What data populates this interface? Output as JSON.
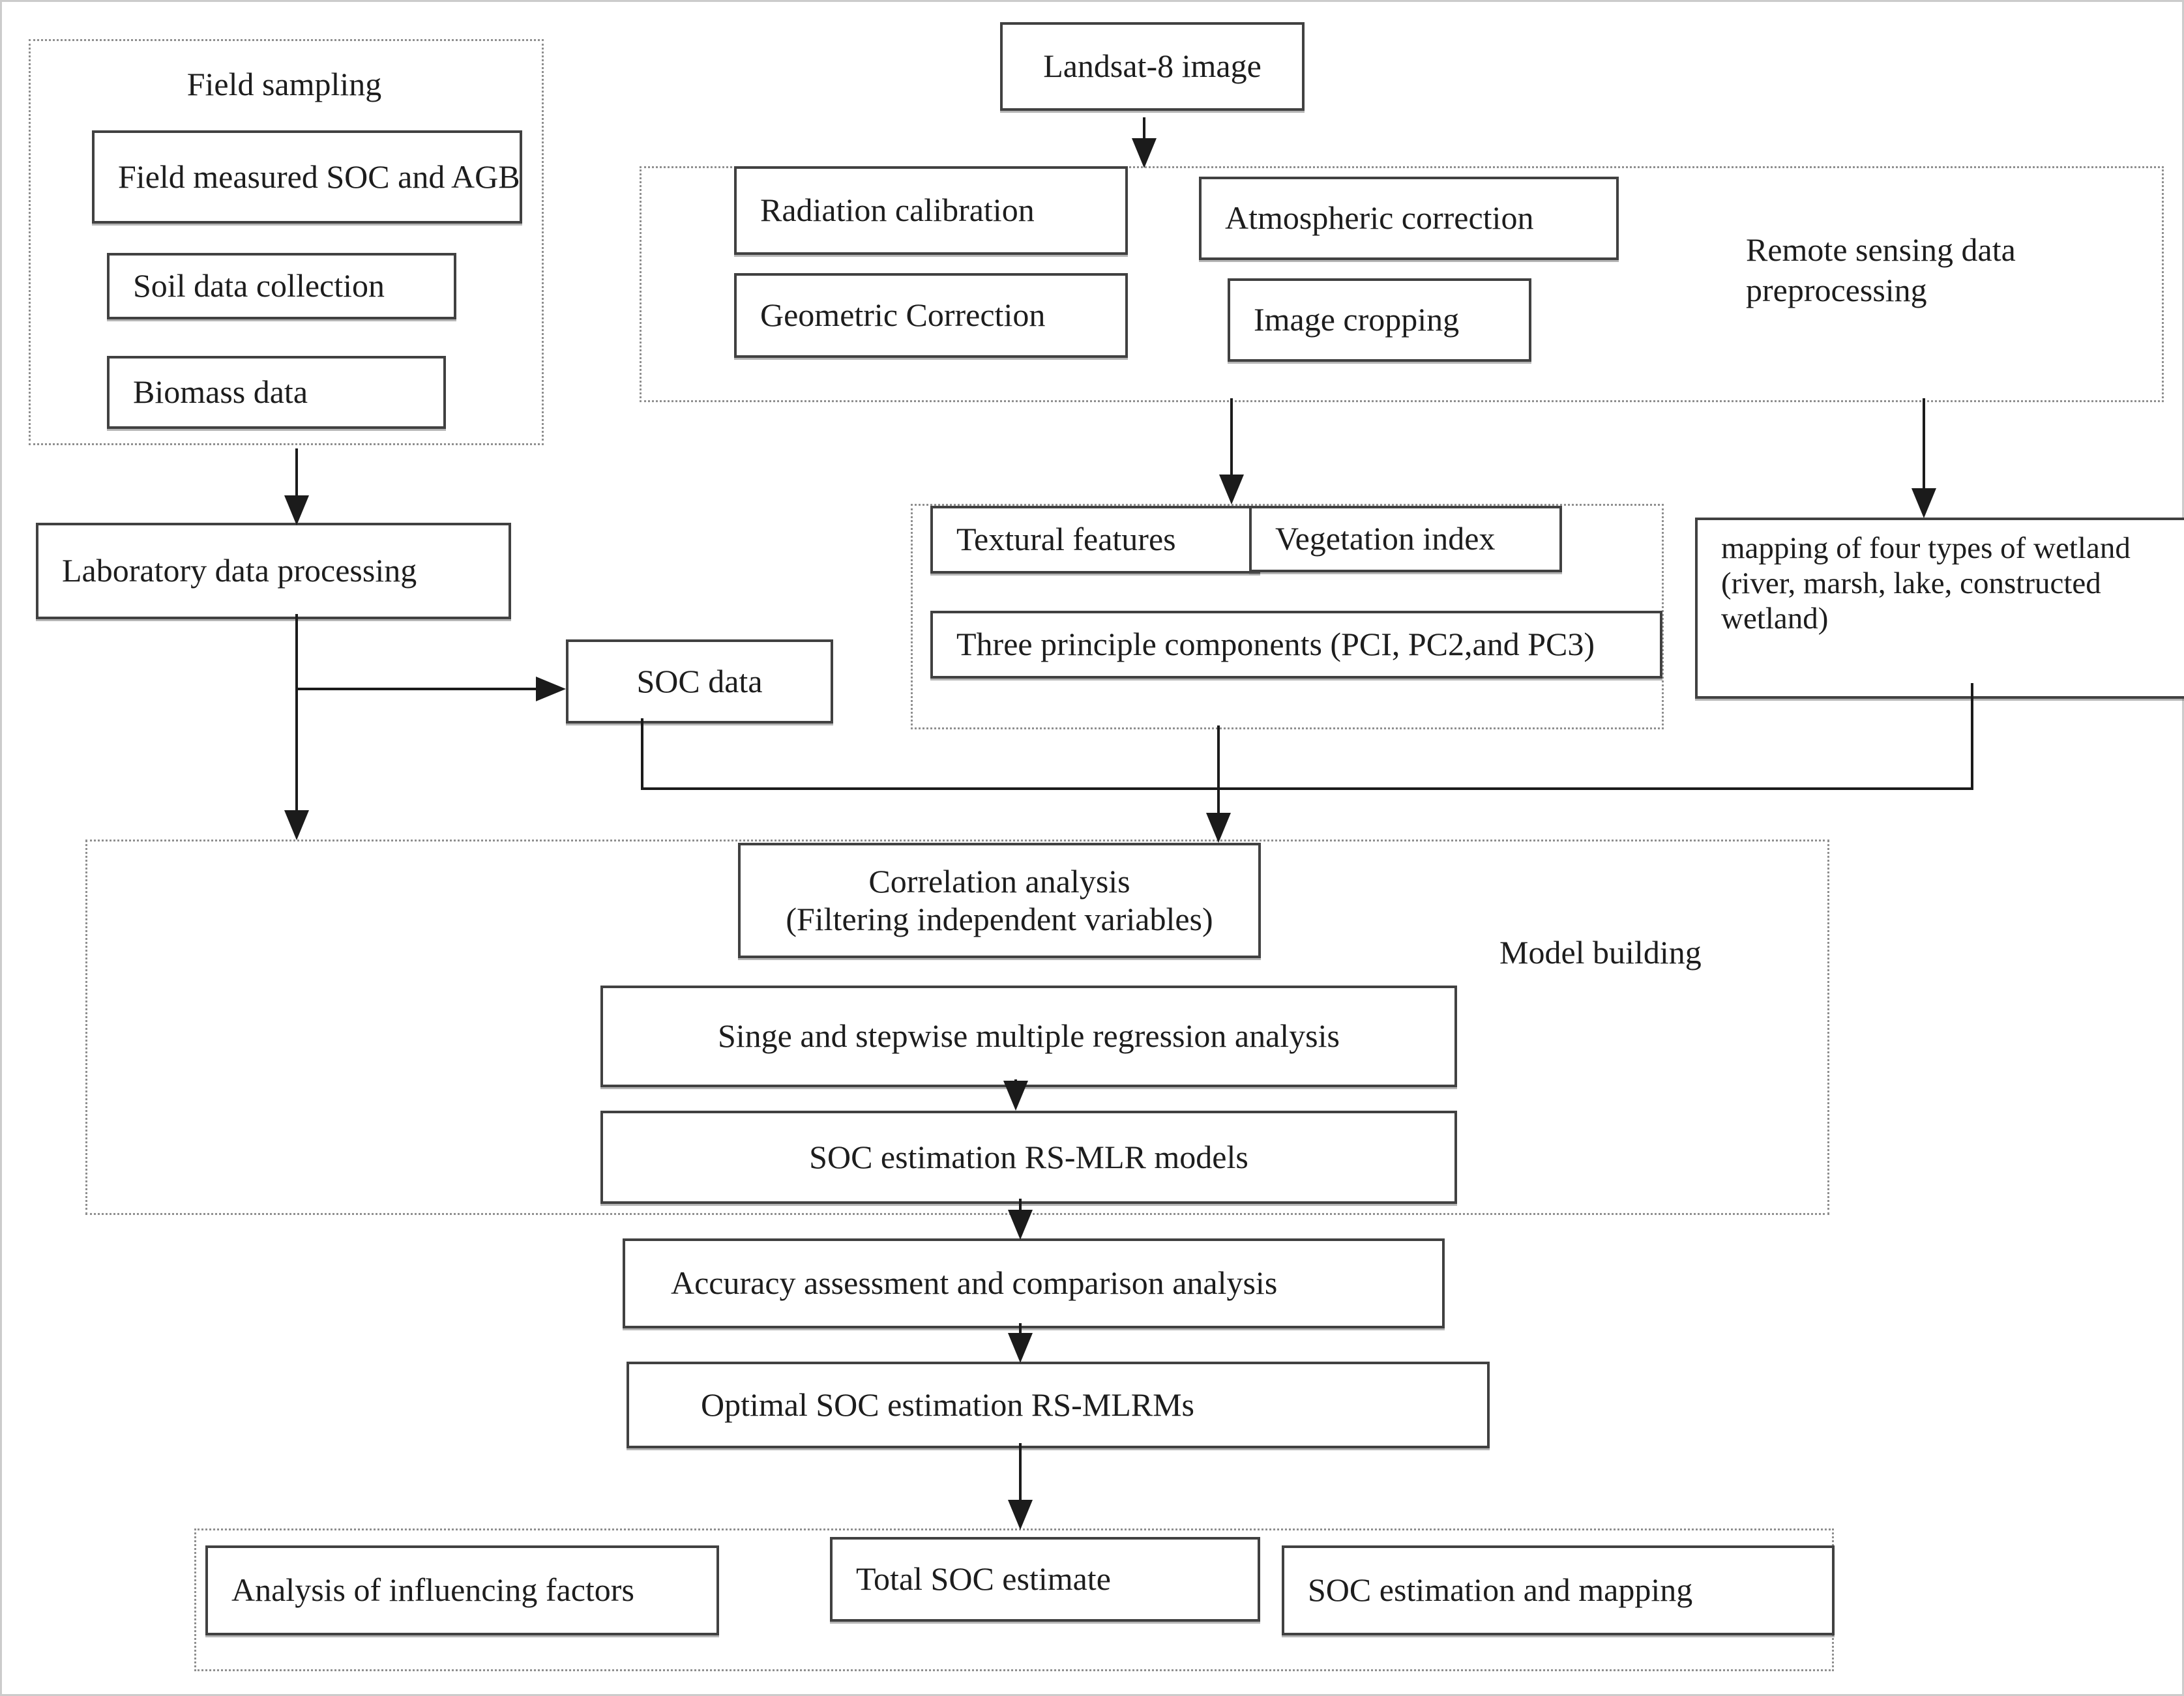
{
  "figure": {
    "field_sampling": {
      "title": "Field sampling",
      "field_measured": "Field measured SOC and AGB",
      "soil_collection": "Soil data collection",
      "biomass": "Biomass data"
    },
    "landsat": "Landsat-8 image",
    "preprocessing": {
      "radiation": "Radiation calibration",
      "atmospheric": "Atmospheric correction",
      "geometric": "Geometric Correction",
      "image_cropping": "Image cropping",
      "label_line1": "Remote sensing data",
      "label_line2": "preprocessing"
    },
    "laboratory": "Laboratory data processing",
    "soc_data": "SOC data",
    "features": {
      "textural": "Textural features",
      "vegetation": "Vegetation index",
      "principle_components": "Three principle components (PCI, PC2,and PC3)"
    },
    "wetland": {
      "line1": "mapping of four types of wetland",
      "line2": "(river, marsh, lake, constructed",
      "line3": "wetland)"
    },
    "model_building": {
      "label": "Model building",
      "correlation_line1": "Correlation analysis",
      "correlation_line2": "(Filtering independent variables)",
      "regression": "Singe and stepwise multiple regression analysis",
      "rs_mlr_models": "SOC estimation RS-MLR models"
    },
    "accuracy": "Accuracy assessment and comparison analysis",
    "optimal": "Optimal SOC estimation RS-MLRMs",
    "outputs": {
      "influencing_factors": "Analysis of influencing factors",
      "total_soc": "Total SOC estimate",
      "soc_mapping": "SOC estimation and mapping"
    }
  }
}
